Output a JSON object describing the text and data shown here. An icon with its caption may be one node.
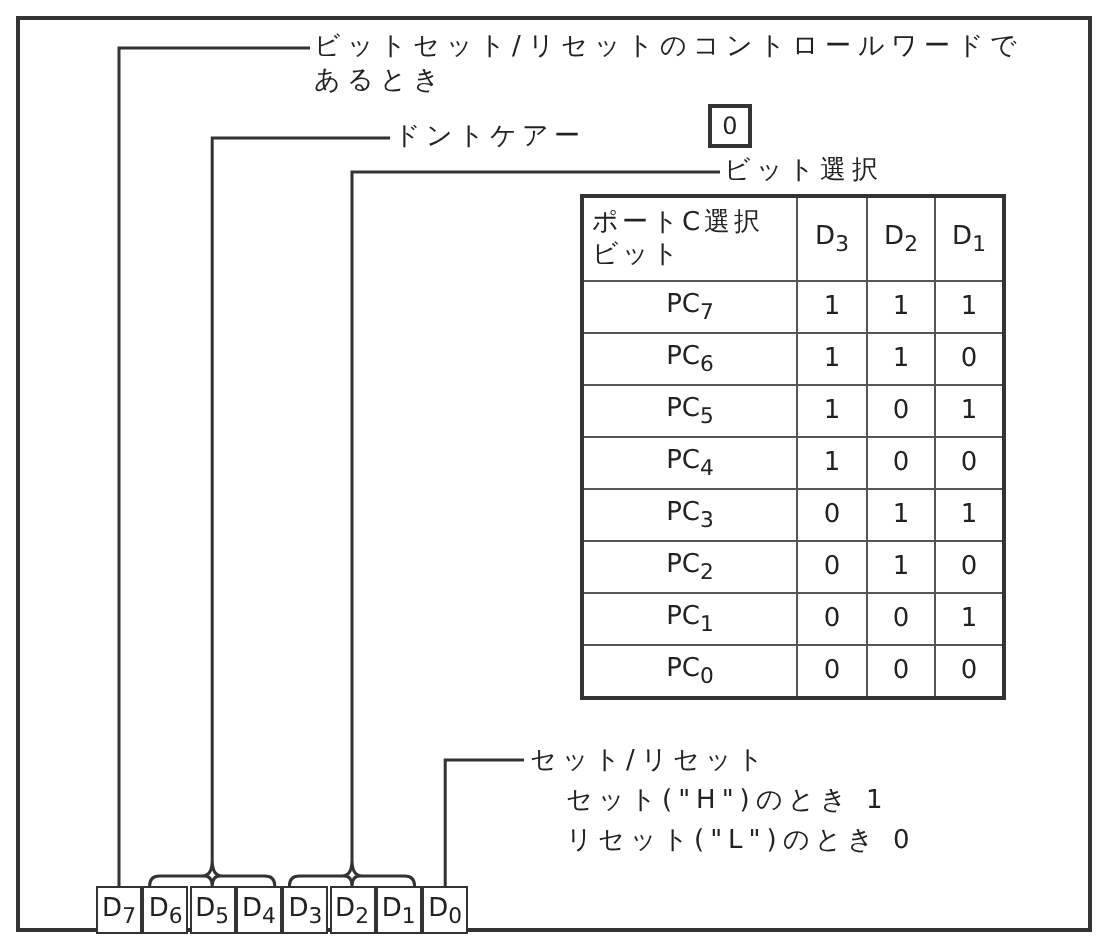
{
  "diagram": {
    "nodes": [
      {
        "text": [
          "ビットセット/リセットのコントロールワードであるとき"
        ]
      },
      {
        "text": [
          "0"
        ]
      },
      {
        "text": [
          "ドントケアー"
        ]
      },
      {
        "text": [
          "ビット選択"
        ]
      },
      {
        "text": [
          "セット/リセット",
          "セット(\"H\")のとき 1",
          "リセット(\"L\")のとき 0"
        ]
      },
      {
        "text": [
          "D$_{7}$"
        ]
      },
      {
        "text": [
          "D$_{6}$"
        ]
      },
      {
        "text": [
          "D$_{5}$"
        ]
      },
      {
        "text": [
          "D$_{4}$"
        ]
      },
      {
        "text": [
          "D$_{3}$"
        ]
      },
      {
        "text": [
          "D$_{2}$"
        ]
      },
      {
        "text": [
          "D$_{1}$"
        ]
      },
      {
        "text": [
          "D$_{0}$"
        ]
      }
    ],
    "edges": [
      {
        "from": 0,
        "to": 5,
        "arrow": "none"
      },
      {
        "from": 2,
        "to": 6,
        "arrow": "none"
      },
      {
        "from": 2,
        "to": 7,
        "arrow": "none"
      },
      {
        "from": 2,
        "to": 8,
        "arrow": "none"
      },
      {
        "from": 3,
        "to": 9,
        "arrow": "none"
      },
      {
        "from": 3,
        "to": 10,
        "arrow": "none"
      },
      {
        "from": 3,
        "to": 11,
        "arrow": "none"
      },
      {
        "from": 4,
        "to": 12,
        "arrow": "none"
      }
    ],
    "labels": [
      "ポートC選択ビット",
      "D$_{3}$",
      "D$_{2}$",
      "D$_{1}$",
      "PC$_{7}$",
      "1",
      "1",
      "1",
      "PC$_{6}$",
      "1",
      "1",
      "0",
      "PC$_{5}$",
      "1",
      "0",
      "1",
      "PC$_{4}$",
      "1",
      "0",
      "0",
      "PC$_{3}$",
      "0",
      "1",
      "1",
      "PC$_{2}$",
      "0",
      "1",
      "0",
      "PC$_{1}$",
      "0",
      "0",
      "1",
      "PC$_{0}$",
      "0",
      "0",
      "0"
    ]
  }
}
